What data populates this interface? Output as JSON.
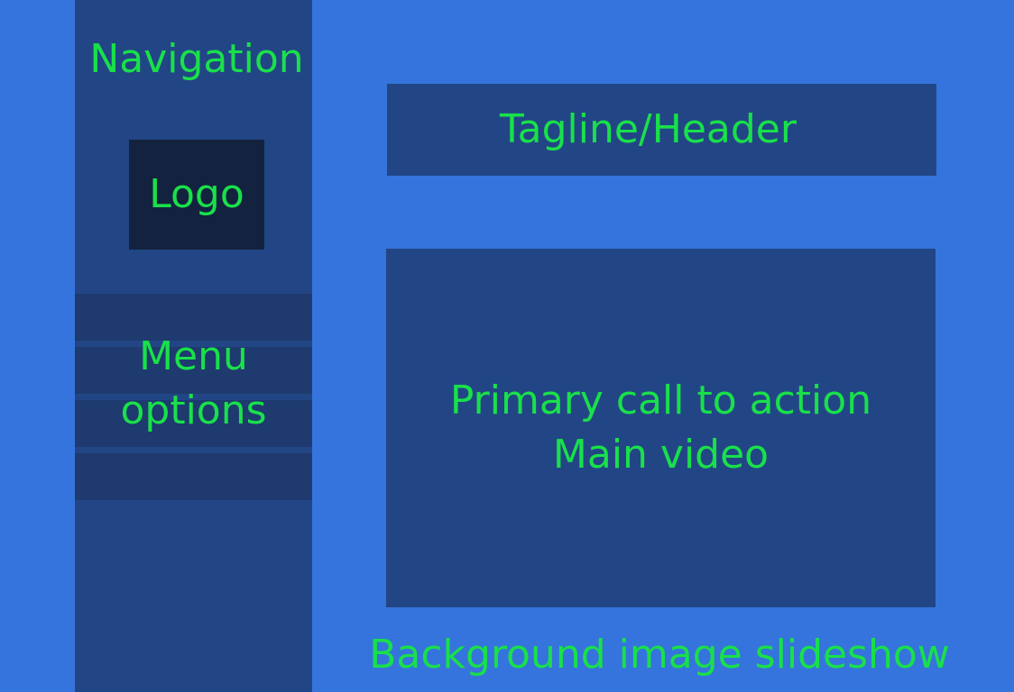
{
  "colors": {
    "background": "#3574dc",
    "panel": "#224685",
    "logo_box": "#13223f",
    "menu_bar": "#1e3a6e",
    "label_text": "#19e04a"
  },
  "navigation": {
    "label": "Navigation",
    "logo_label": "Logo",
    "menu_label_line1": "Menu",
    "menu_label_line2": "options"
  },
  "header": {
    "label": "Tagline/Header"
  },
  "main": {
    "line1": "Primary call to action",
    "line2": "Main video"
  },
  "background": {
    "label": "Background image slideshow"
  }
}
